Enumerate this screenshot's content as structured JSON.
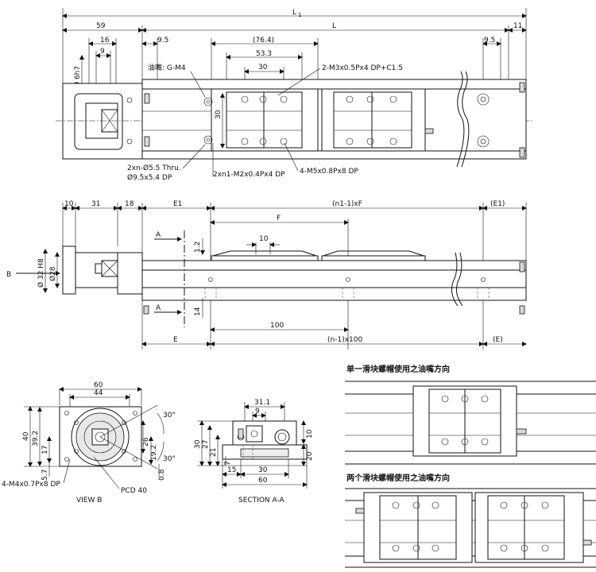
{
  "top_view": {
    "dim_L1": "L",
    "dim_L1_sub": "1",
    "dim_59": "59",
    "dim_L": "L",
    "dim_11": "11",
    "dim_16": "16",
    "dim_9": "9",
    "dim_9_5_left": "9.5",
    "dim_76_4": "(76.4)",
    "dim_53_3": "53.3",
    "dim_30": "30",
    "dim_9_5_right": "9.5",
    "dim_shaft": "Ø 6h7",
    "dim_30_v": "30",
    "oil_nipple": "油嘴: G-M4",
    "note_m3": "2-M3x0.5Px4 DP+C1.5",
    "note_thru_1": "2xn-Ø5.5 Thru.",
    "note_thru_2": "Ø9.5x5.4 DP",
    "note_m2": "2xn1-M2x0.4Px4 DP",
    "note_m5": "4-M5x0.8Px8 DP"
  },
  "side_view": {
    "dim_10": "10",
    "dim_31": "31",
    "dim_18": "18",
    "dim_E1": "E1",
    "dim_n1F": "(n1-1)xF",
    "dim_E1_paren": "(E1)",
    "dim_F": "F",
    "dim_10_mid": "10",
    "dim_1_2": "1.2",
    "dim_14": "14",
    "dim_32h8": "Ø 32 H8",
    "dim_28": "Ø28",
    "label_B": "B",
    "label_A_top": "A",
    "label_A_bottom": "A",
    "dim_100": "100",
    "dim_E": "E",
    "dim_n100": "(n-1)x100",
    "dim_E_paren": "(E)"
  },
  "view_b": {
    "dim_60": "60",
    "dim_44": "44",
    "dim_40": "40",
    "dim_39_2": "39.2",
    "dim_17": "17",
    "dim_5_7": "5.7",
    "dim_26": "26",
    "dim_19_2": "19.2",
    "dim_0_8": "0.8",
    "angle_top": "30°",
    "angle_bottom": "30°",
    "note_m4": "4-M4x0.7Px8 DP",
    "note_pcd": "PCD 40",
    "caption": "VIEW B"
  },
  "section_aa": {
    "dim_31_1": "31.1",
    "dim_9": "9",
    "dim_30": "30",
    "dim_27": "27",
    "dim_21": "21",
    "dim_7": "7",
    "dim_10": "10",
    "dim_20": "20",
    "dim_15": "15",
    "dim_30_bottom": "30",
    "dim_60": "60",
    "caption": "SECTION A-A"
  },
  "single_block": {
    "title": "单一滑块螺帽使用之油嘴方向"
  },
  "double_block": {
    "title": "两个滑块螺帽使用之油嘴方向"
  }
}
